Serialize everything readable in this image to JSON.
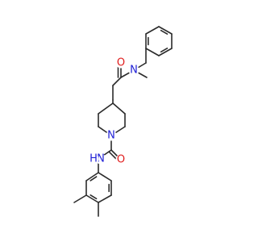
{
  "molecule": {
    "colors": {
      "bond": "#2b2b2b",
      "carbon": "#2b2b2b",
      "nitrogen": "#1f1fd6",
      "oxygen": "#e01b1b"
    },
    "labels": {
      "o_top": "O",
      "n_amide_top": "N",
      "n_piperidine": "N",
      "o_bottom": "O",
      "n_anilide": "N",
      "h_anilide": "H"
    }
  }
}
